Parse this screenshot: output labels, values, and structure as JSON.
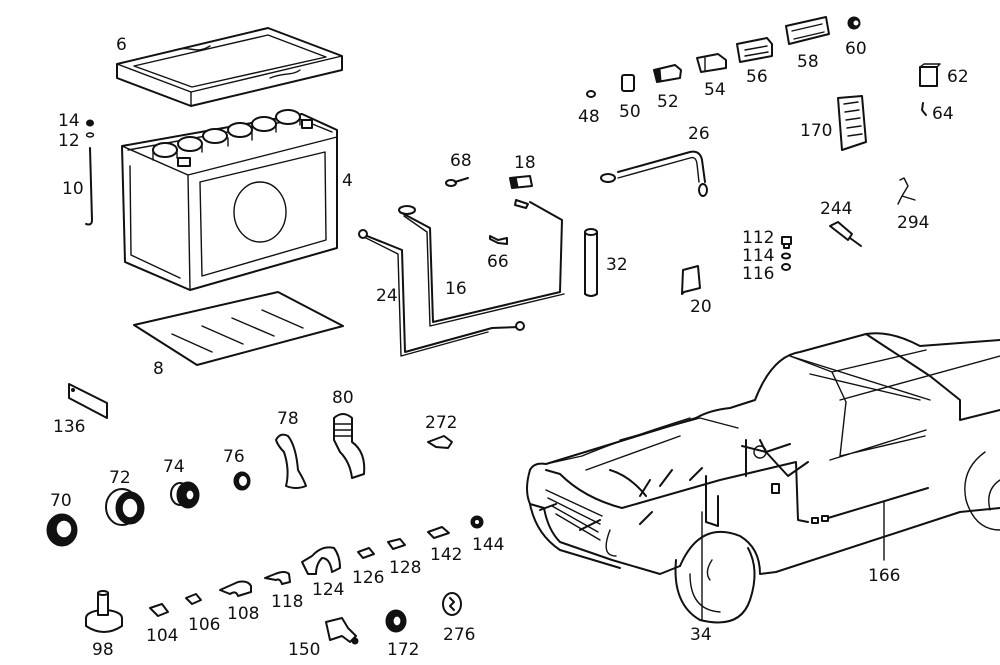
{
  "diagram": {
    "subject": "Battery, battery cables and wiring harness parts diagram",
    "background": "#ffffff",
    "line_color": "#111111",
    "labels": {
      "p4": "4",
      "p6": "6",
      "p8": "8",
      "p10": "10",
      "p12": "12",
      "p14": "14",
      "p16": "16",
      "p18": "18",
      "p20": "20",
      "p24": "24",
      "p26": "26",
      "p32": "32",
      "p34": "34",
      "p48": "48",
      "p50": "50",
      "p52": "52",
      "p54": "54",
      "p56": "56",
      "p58": "58",
      "p60": "60",
      "p62": "62",
      "p64": "64",
      "p66": "66",
      "p68": "68",
      "p70": "70",
      "p72": "72",
      "p74": "74",
      "p76": "76",
      "p78": "78",
      "p80": "80",
      "p98": "98",
      "p104": "104",
      "p106": "106",
      "p108": "108",
      "p112": "112",
      "p114": "114",
      "p116": "116",
      "p118": "118",
      "p124": "124",
      "p126": "126",
      "p128": "128",
      "p136": "136",
      "p142": "142",
      "p144": "144",
      "p150": "150",
      "p166": "166",
      "p170": "170",
      "p172": "172",
      "p244": "244",
      "p272": "272",
      "p276": "276",
      "p294": "294"
    }
  }
}
